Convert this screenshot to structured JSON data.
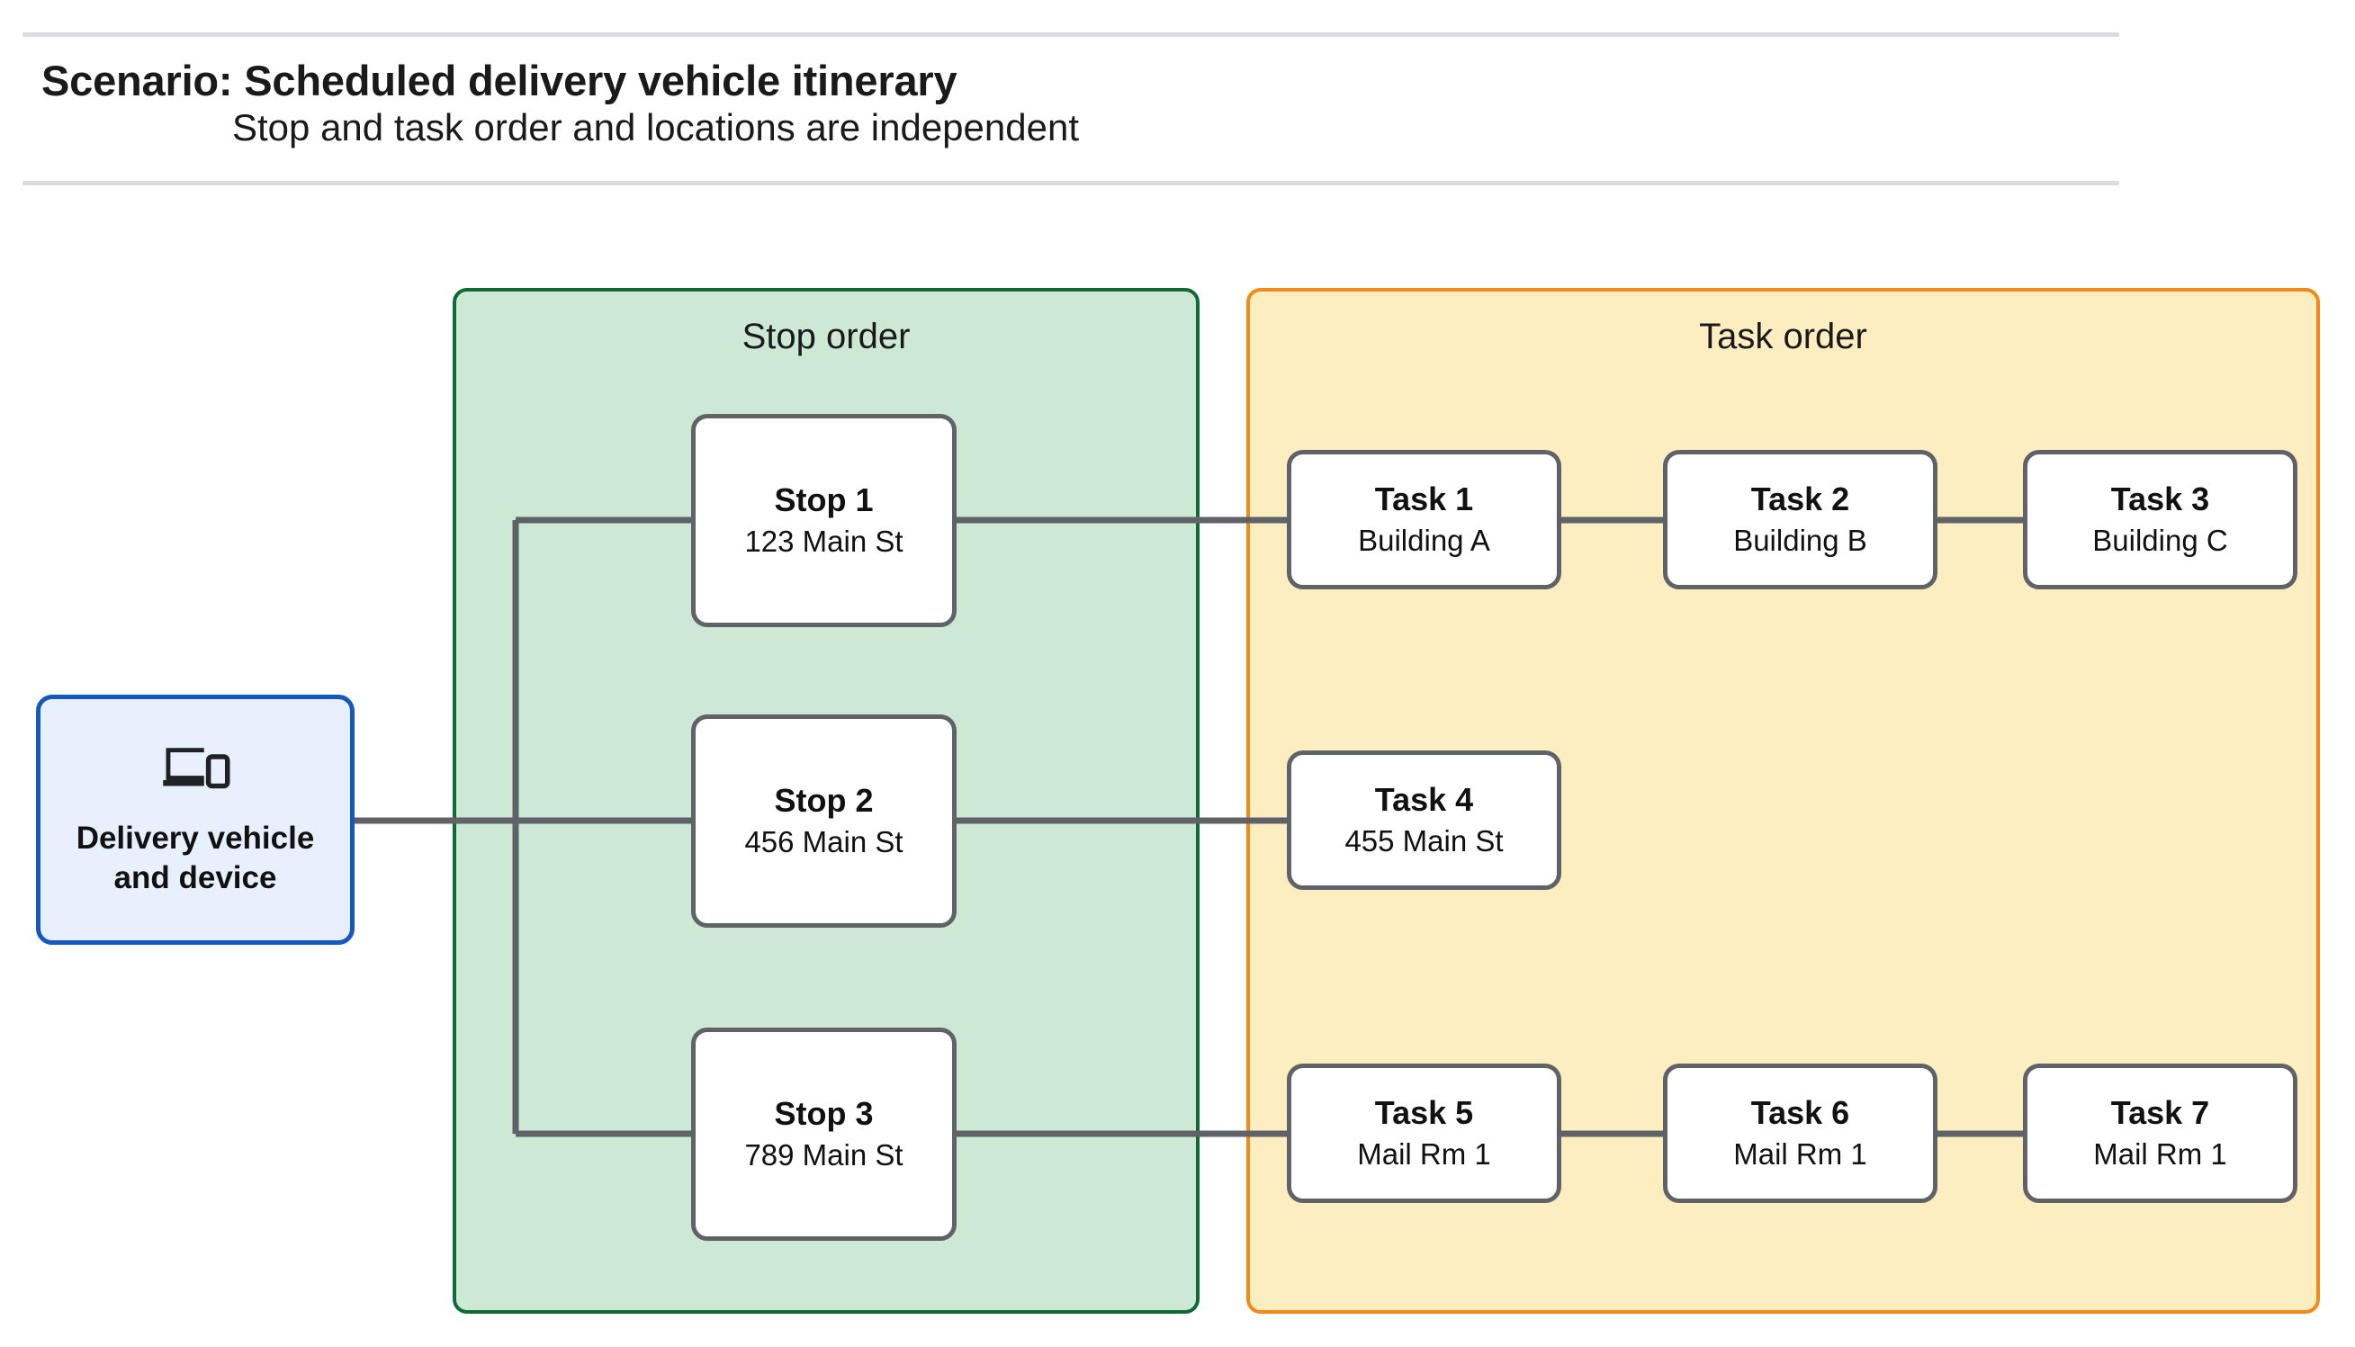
{
  "header": {
    "title": "Scenario: Scheduled delivery vehicle itinerary",
    "subtitle": "Stop and task order and locations are independent"
  },
  "colors": {
    "stop_panel_fill": "#cde9d6",
    "stop_panel_border": "#0f6b33",
    "task_panel_fill": "#fdeec2",
    "task_panel_border": "#f18a19",
    "node_border": "#5f6368",
    "vehicle_fill": "#e8f0fe",
    "vehicle_border": "#1558c0",
    "connector": "#5f6368",
    "rule": "#dadce0"
  },
  "vehicle": {
    "icon": "devices-icon",
    "label_line1": "Delivery vehicle",
    "label_line2": "and device"
  },
  "stop_panel": {
    "title": "Stop order",
    "stops": [
      {
        "name": "Stop 1",
        "location": "123 Main St"
      },
      {
        "name": "Stop 2",
        "location": "456 Main St"
      },
      {
        "name": "Stop 3",
        "location": "789 Main St"
      }
    ]
  },
  "task_panel": {
    "title": "Task order",
    "rows": [
      {
        "tasks": [
          {
            "name": "Task 1",
            "location": "Building A"
          },
          {
            "name": "Task 2",
            "location": "Building B"
          },
          {
            "name": "Task 3",
            "location": "Building C"
          }
        ]
      },
      {
        "tasks": [
          {
            "name": "Task 4",
            "location": "455 Main St"
          }
        ]
      },
      {
        "tasks": [
          {
            "name": "Task 5",
            "location": "Mail Rm 1"
          },
          {
            "name": "Task 6",
            "location": "Mail Rm 1"
          },
          {
            "name": "Task 7",
            "location": "Mail Rm 1"
          }
        ]
      }
    ]
  }
}
